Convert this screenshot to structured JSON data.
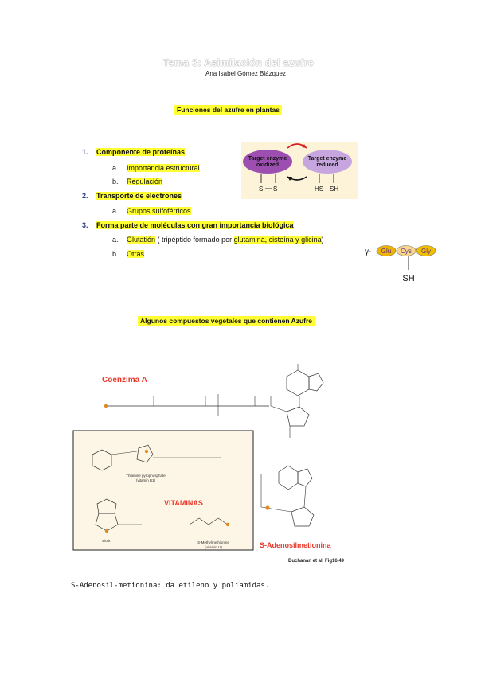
{
  "doc": {
    "ghost_title": "Tema 3: Asimilación del azufre",
    "author": "Ana Isabel Gómez Blázquez",
    "section1": "Funciones del azufre en plantas",
    "list": [
      {
        "num": "1.",
        "label": "Componente de proteínas",
        "sub": [
          {
            "letter": "a.",
            "text": "Importancia estructural"
          },
          {
            "letter": "b.",
            "text": "Regulación"
          }
        ]
      },
      {
        "num": "2.",
        "label": "Transporte de electrones",
        "sub": [
          {
            "letter": "a.",
            "text": "Grupos sulfoférricos"
          }
        ]
      },
      {
        "num": "3.",
        "label": "Forma parte de moléculas con gran importancia biológica",
        "sub": [
          {
            "letter": "a.",
            "text_pre": "Glutatión",
            "text_mid": " ( tripéptido formado por ",
            "text_hl": "glutamina, cisteína y glicina",
            "text_post": ")"
          },
          {
            "letter": "b.",
            "text": "Otras"
          }
        ]
      }
    ],
    "enzyme": {
      "oxidized": "Target enzyme oxidized",
      "reduced": "Target enzyme reduced",
      "ox_top": "Target enzyme",
      "ox_bot": "oxidized",
      "red_top": "Target enzyme",
      "red_bot": "reduced",
      "s1": "S",
      "s2": "S",
      "hs": "HS",
      "sh": "SH"
    },
    "glutathione": {
      "gamma": "γ-",
      "glu": "Glu",
      "cys": "Cys",
      "gly": "Gly",
      "sh": "SH"
    },
    "section2": "Algunos compuestos vegetales que contienen Azufre",
    "figure": {
      "coenzyme_a": "Coenzima A",
      "vitaminas": "VITAMINAS",
      "thiamine_caption": "Thiamine pyrophosphate",
      "thiamine_sub": "(vitamin B1)",
      "biotin_caption": "Biotin",
      "sam_small_caption": "S-Methylmethionine",
      "sam_small_sub": "(vitamin U)",
      "sam_label": "S-Adenosilmetionina",
      "citation": "Buchanan et al. Fig16.49"
    },
    "paragraph": "S-Adenosil-metionina: da etileno y poliamidas."
  },
  "colors": {
    "highlight": "#ffff33",
    "red_label": "#e8382a",
    "number_blue": "#2a3c8c",
    "enzyme_purple": "#9c4fb0",
    "enzyme_lilac": "#c7a6e0"
  }
}
